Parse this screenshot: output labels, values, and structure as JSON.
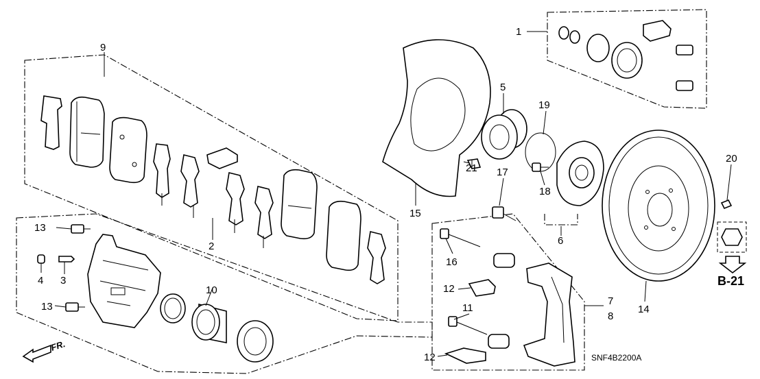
{
  "callouts": {
    "c1": "1",
    "c2": "2",
    "c3": "3",
    "c4": "4",
    "c5": "5",
    "c6": "6",
    "c7": "7",
    "c8": "8",
    "c9": "9",
    "c10": "10",
    "c11": "11",
    "c12a": "12",
    "c12b": "12",
    "c13a": "13",
    "c13b": "13",
    "c14": "14",
    "c15": "15",
    "c16": "16",
    "c17": "17",
    "c18": "18",
    "c19": "19",
    "c20": "20",
    "c21": "21"
  },
  "reference": "B-21",
  "direction_label": "FR.",
  "diagram_code": "SNF4B2200A"
}
